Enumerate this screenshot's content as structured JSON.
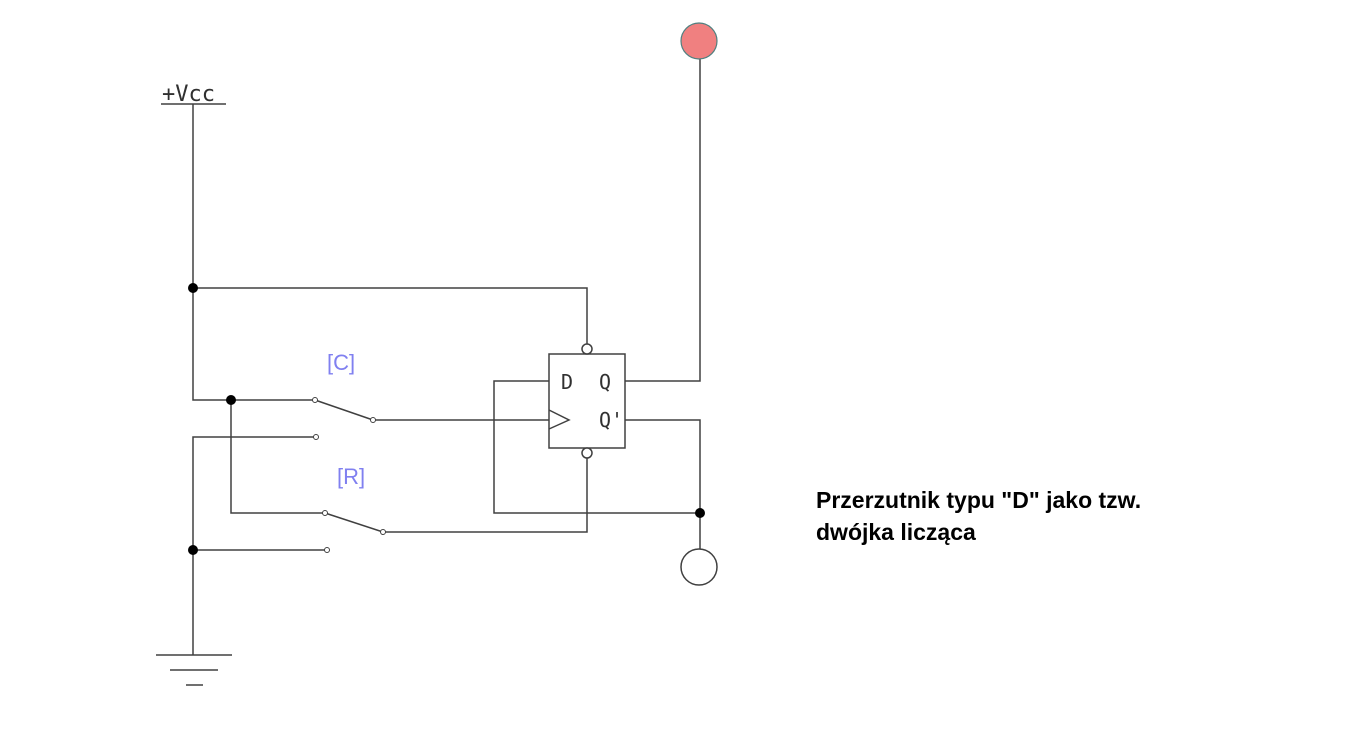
{
  "vcc_label": "+Vcc",
  "flipflop": {
    "d": "D",
    "q": "Q",
    "qn": "Q'"
  },
  "switches": {
    "c": "[C]",
    "r": "[R]"
  },
  "caption": {
    "line1": "Przerzutnik typu \"D\" jako tzw.",
    "line2": "dwójka licząca"
  },
  "colors": {
    "led_on": "#f08080",
    "led_off": "#ffffff",
    "switch_label": "#8080f0"
  }
}
